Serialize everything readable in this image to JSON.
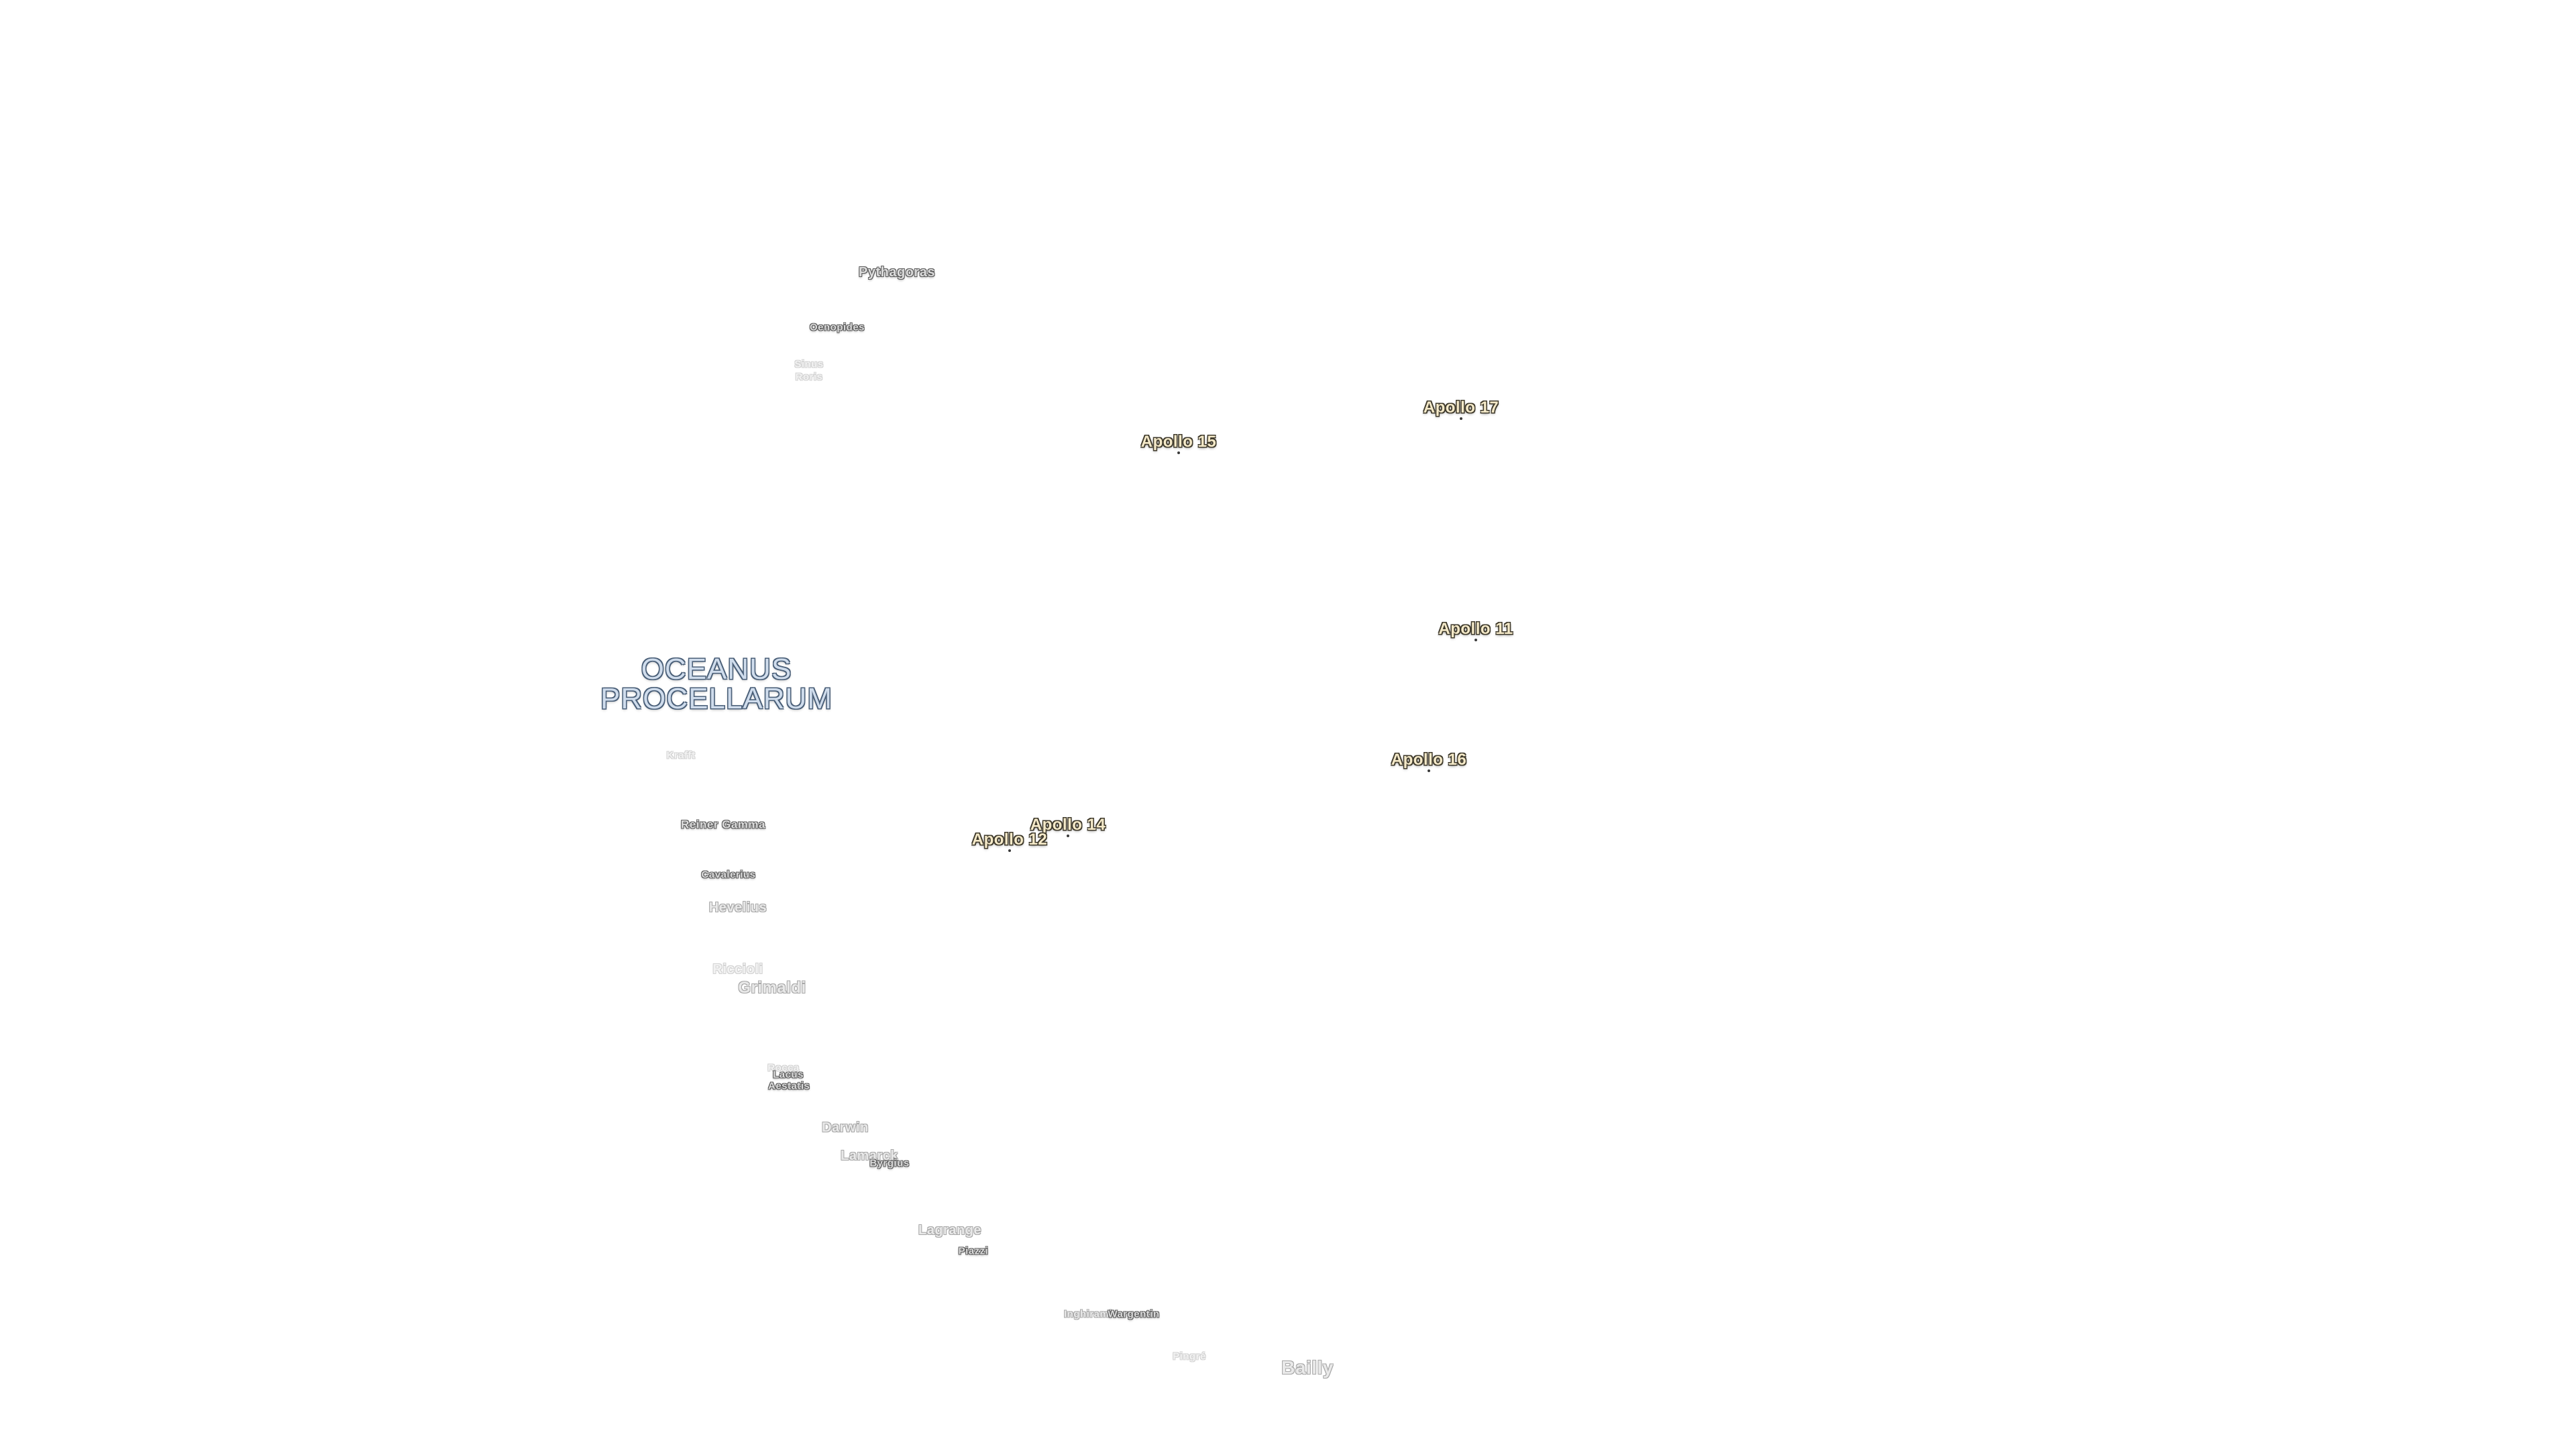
{
  "sea_label": {
    "line1": "OCEANUS",
    "line2": "PROCELLARUM"
  },
  "apollo_sites": [
    {
      "id": "apollo-17",
      "name": "Apollo 17"
    },
    {
      "id": "apollo-15",
      "name": "Apollo 15"
    },
    {
      "id": "apollo-11",
      "name": "Apollo 11"
    },
    {
      "id": "apollo-16",
      "name": "Apollo 16"
    },
    {
      "id": "apollo-14",
      "name": "Apollo 14"
    },
    {
      "id": "apollo-12",
      "name": "Apollo 12"
    }
  ],
  "craters": [
    {
      "id": "pythagoras",
      "name": "Pythagoras"
    },
    {
      "id": "oenopides",
      "name": "Oenopides"
    },
    {
      "id": "sinus-roris",
      "name": "Sinus Roris"
    },
    {
      "id": "reiner-gamma",
      "name": "Reiner Gamma"
    },
    {
      "id": "cavalerius",
      "name": "Cavalerius"
    },
    {
      "id": "hevelius",
      "name": "Hevelius"
    },
    {
      "id": "riccioli",
      "name": "Riccioli"
    },
    {
      "id": "grimaldi",
      "name": "Grimaldi"
    },
    {
      "id": "rocca",
      "name": "Rocca"
    },
    {
      "id": "lacus-aestatis",
      "name": "Lacus Aestatis"
    },
    {
      "id": "darwin",
      "name": "Darwin"
    },
    {
      "id": "lamarck",
      "name": "Lamarck"
    },
    {
      "id": "byrgius",
      "name": "Byrgius"
    },
    {
      "id": "lagrange",
      "name": "Lagrange"
    },
    {
      "id": "piazzi",
      "name": "Piazzi"
    },
    {
      "id": "inghirami",
      "name": "Inghirami"
    },
    {
      "id": "wargentin",
      "name": "Wargentin"
    },
    {
      "id": "pingre",
      "name": "Pingré"
    },
    {
      "id": "bailly",
      "name": "Bailly"
    },
    {
      "id": "krafft",
      "name": "Krafft"
    }
  ]
}
